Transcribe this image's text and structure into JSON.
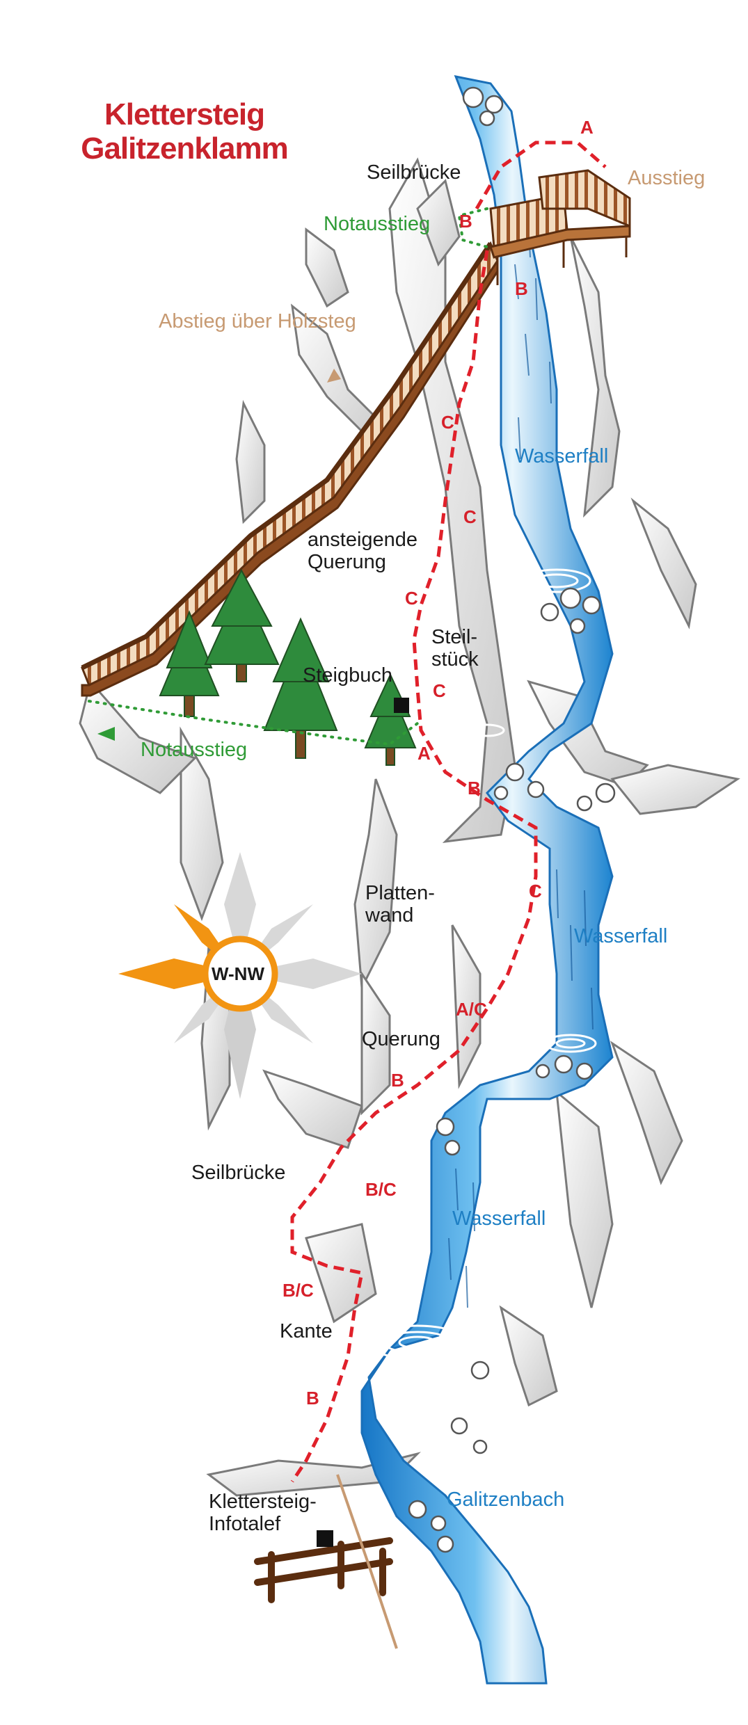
{
  "title": {
    "line1": "Klettersteig",
    "line2": "Galitzenklamm"
  },
  "labels": {
    "seilbruecke_top": "Seilbrücke",
    "ausstieg": "Ausstieg",
    "notausstieg_top": "Notausstieg",
    "abstieg": "Abstieg über Holzsteg",
    "wasserfall_1": "Wasserfall",
    "ansteigende_line1": "ansteigende",
    "ansteigende_line2": "Querung",
    "steil_line1": "Steil-",
    "steil_line2": "stück",
    "steigbuch": "Steigbuch",
    "notausstieg_mid": "Notausstieg",
    "platten_line1": "Platten-",
    "platten_line2": "wand",
    "wasserfall_2": "Wasserfall",
    "querung": "Querung",
    "seilbruecke_low": "Seilbrücke",
    "wasserfall_3": "Wasserfall",
    "kante": "Kante",
    "galitzenbach": "Galitzenbach",
    "infotafel_line1": "Klettersteig-",
    "infotafel_line2": "Infotalef"
  },
  "compass": {
    "text": "W-NW"
  },
  "grades": [
    "A",
    "B",
    "B",
    "C",
    "C",
    "C",
    "C",
    "A",
    "B",
    "C",
    "A/C",
    "B",
    "B/C",
    "B/C",
    "B"
  ],
  "colors": {
    "title": "#c8232c",
    "route": "#e0202a",
    "water": "#2a8fd8",
    "emergency": "#2f9b36",
    "boardwalk": "#8b4a1f",
    "descent_label": "#c79a72",
    "compass_orange": "#f29412"
  }
}
